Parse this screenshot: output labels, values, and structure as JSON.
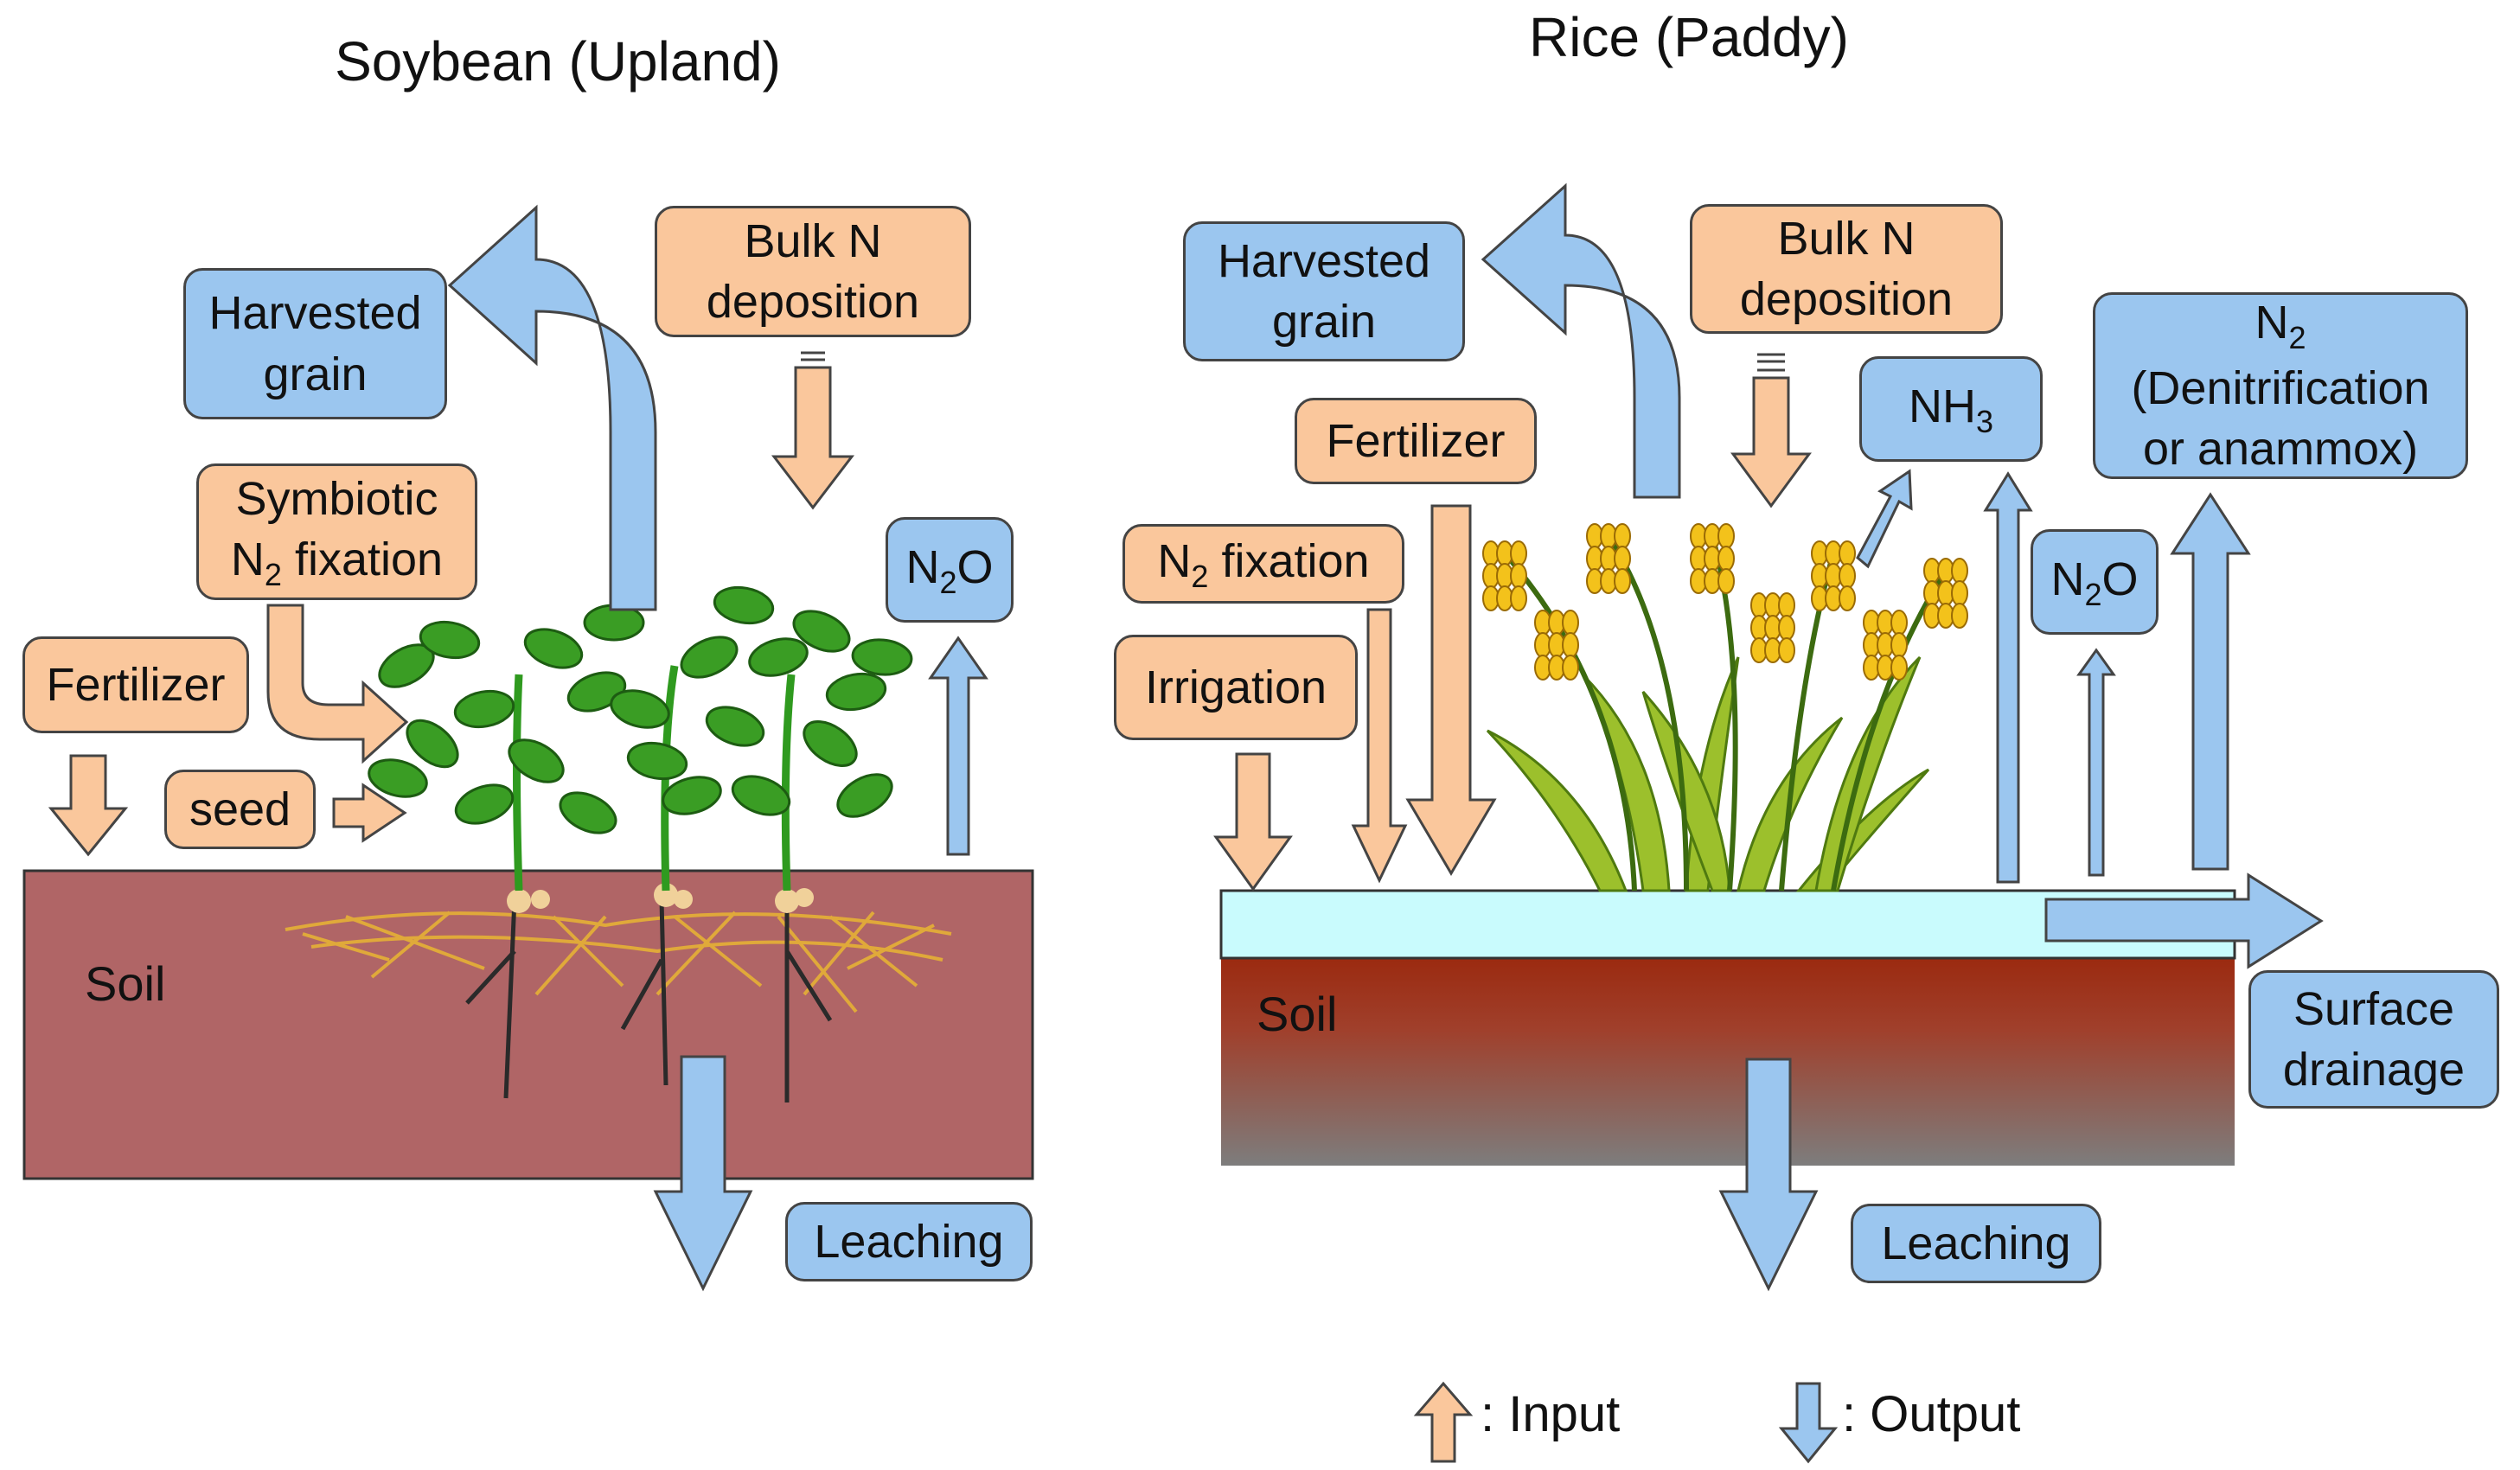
{
  "titles": {
    "soybean": "Soybean (Upland)",
    "rice": "Rice (Paddy)"
  },
  "soybean": {
    "harvested": [
      "Harvested",
      "grain"
    ],
    "bulk": [
      "Bulk N",
      "deposition"
    ],
    "symbiotic": [
      "Symbiotic",
      "N",
      "2",
      " fixation"
    ],
    "fertilizer": "Fertilizer",
    "seed": "seed",
    "n2o": [
      "N",
      "2",
      "O"
    ],
    "soil": "Soil",
    "leaching": "Leaching"
  },
  "rice": {
    "harvested": [
      "Harvested",
      "grain"
    ],
    "bulk": [
      "Bulk N",
      "deposition"
    ],
    "fertilizer": "Fertilizer",
    "n2fix": [
      "N",
      "2",
      " fixation"
    ],
    "irrigation": "Irrigation",
    "nh3": [
      "NH",
      "3"
    ],
    "n2o": [
      "N",
      "2",
      "O"
    ],
    "n2": [
      "N",
      "2",
      "(Denitrification",
      "or anammox)"
    ],
    "surface": [
      "Surface",
      "drainage"
    ],
    "soil": "Soil",
    "leaching": "Leaching"
  },
  "legend": {
    "input": ": Input",
    "output": ": Output"
  },
  "colors": {
    "input": "#fac79c",
    "output": "#9bc6ef",
    "upland_soil": "#b06566",
    "paddy_water": "#c9fbfd",
    "paddy_soil_top": "#a02a10",
    "paddy_soil_bottom": "#7d7d7d",
    "leaf": "#2f9a1f",
    "rice_grain": "#f3c21b",
    "root": "#e0a93a"
  }
}
